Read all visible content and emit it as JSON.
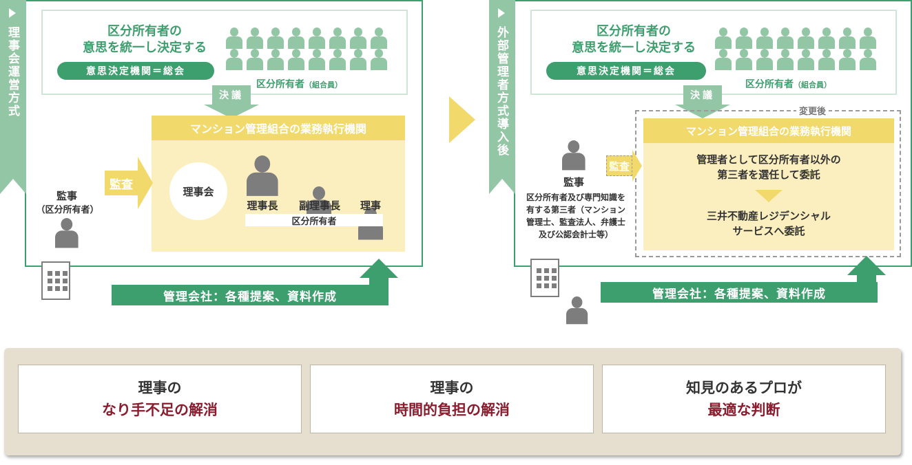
{
  "left_panel": {
    "tab_label": "理事会運営方式",
    "owners_title": [
      "区分所有者の",
      "意思を統一し決定する"
    ],
    "decision_body": "意思決定機関＝総会",
    "owners_caption": "区分所有者",
    "owners_caption_sub": "（組合員）",
    "resolution": "決議",
    "exec_title": "マンション管理組合の業務執行機関",
    "board": "理事会",
    "roles": [
      "理事長",
      "副理事長",
      "理事"
    ],
    "roles_caption": "区分所有者",
    "auditor": "監事",
    "auditor_sub": "（区分所有者）",
    "audit": "監査",
    "mgmt_company": "管理会社：各種提案、資料作成"
  },
  "right_panel": {
    "tab_label": "外部管理者方式導入後",
    "owners_title": [
      "区分所有者の",
      "意思を統一し決定する"
    ],
    "decision_body": "意思決定機関＝総会",
    "owners_caption": "区分所有者",
    "owners_caption_sub": "（組合員）",
    "resolution": "決議",
    "changed_label": "変更後",
    "exec_title": "マンション管理組合の業務執行機関",
    "exec_line1": [
      "管理者として区分所有者以外の",
      "第三者を選任して委託"
    ],
    "exec_line2": [
      "三井不動産レジデンシャル",
      "サービスへ委託"
    ],
    "auditor": "監事",
    "auditor_desc": [
      "区分所有者及び専門知識を",
      "有する第三者（マンション",
      "管理士、監査法人、弁護士",
      "及び公認会計士等）"
    ],
    "audit": "監査",
    "mgmt_company": "管理会社：各種提案、資料作成"
  },
  "results": [
    {
      "line1": "理事の",
      "line2": "なり手不足の解消"
    },
    {
      "line1": "理事の",
      "line2": "時間的負担の解消"
    },
    {
      "line1": "知見のあるプロが",
      "line2": "最適な判断"
    }
  ],
  "colors": {
    "green": "#3d9e6e",
    "light_green": "#93c6a5",
    "yellow": "#f1d96c",
    "pale_yellow": "#fcefbf",
    "maroon": "#8a1c2e"
  }
}
